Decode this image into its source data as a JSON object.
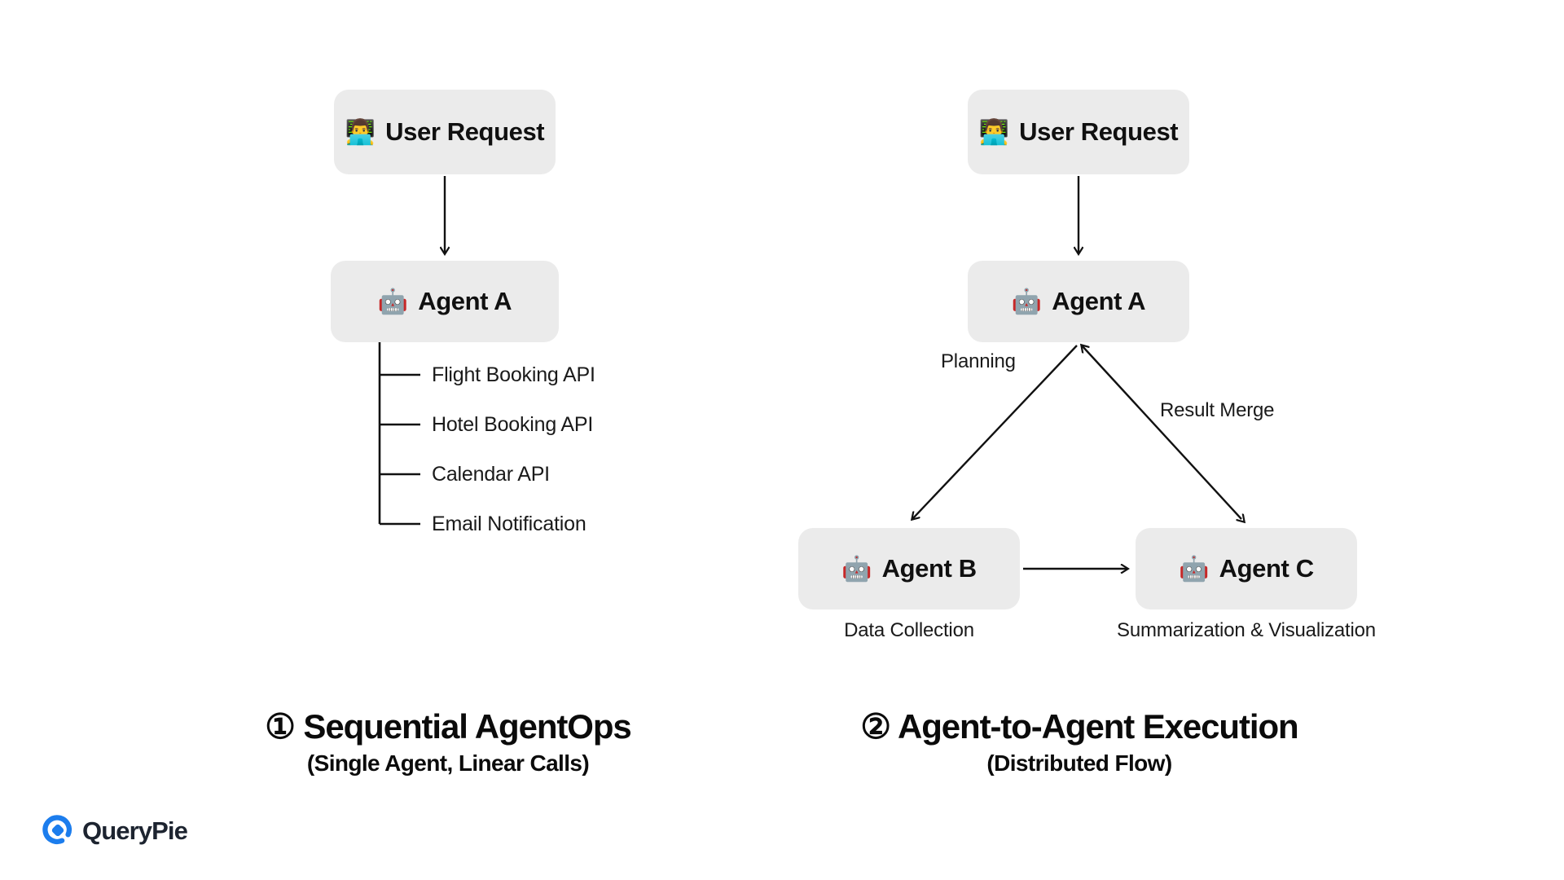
{
  "canvas": {
    "background": "#ffffff",
    "box_fill": "#ebebeb",
    "line_color": "#111111",
    "brand_accent": "#1c7ded"
  },
  "diagram_left": {
    "nodes": {
      "user_request": {
        "emoji": "👨‍💻",
        "icon_name": "person-with-laptop-emoji",
        "label": "User Request"
      },
      "agent_a": {
        "emoji": "🤖",
        "icon_name": "robot-emoji",
        "label": "Agent A"
      }
    },
    "tools": [
      {
        "label": "Flight Booking API"
      },
      {
        "label": "Hotel Booking API"
      },
      {
        "label": "Calendar API"
      },
      {
        "label": "Email Notification"
      }
    ],
    "title_main": "① Sequential AgentOps",
    "title_sub": "(Single Agent, Linear Calls)"
  },
  "diagram_right": {
    "nodes": {
      "user_request": {
        "emoji": "👨‍💻",
        "icon_name": "person-with-laptop-emoji",
        "label": "User Request"
      },
      "agent_a": {
        "emoji": "🤖",
        "icon_name": "robot-emoji",
        "label": "Agent A"
      },
      "agent_b": {
        "emoji": "🤖",
        "icon_name": "robot-emoji",
        "label": "Agent B",
        "caption": "Data Collection"
      },
      "agent_c": {
        "emoji": "🤖",
        "icon_name": "robot-emoji",
        "label": "Agent C",
        "caption": "Summarization & Visualization"
      }
    },
    "edge_labels": {
      "planning": "Planning",
      "result_merge": "Result Merge"
    },
    "title_main": "② Agent-to-Agent Execution",
    "title_sub": "(Distributed Flow)"
  },
  "brand": {
    "name": "QueryPie",
    "logo_icon": "querypie-logo-icon"
  }
}
